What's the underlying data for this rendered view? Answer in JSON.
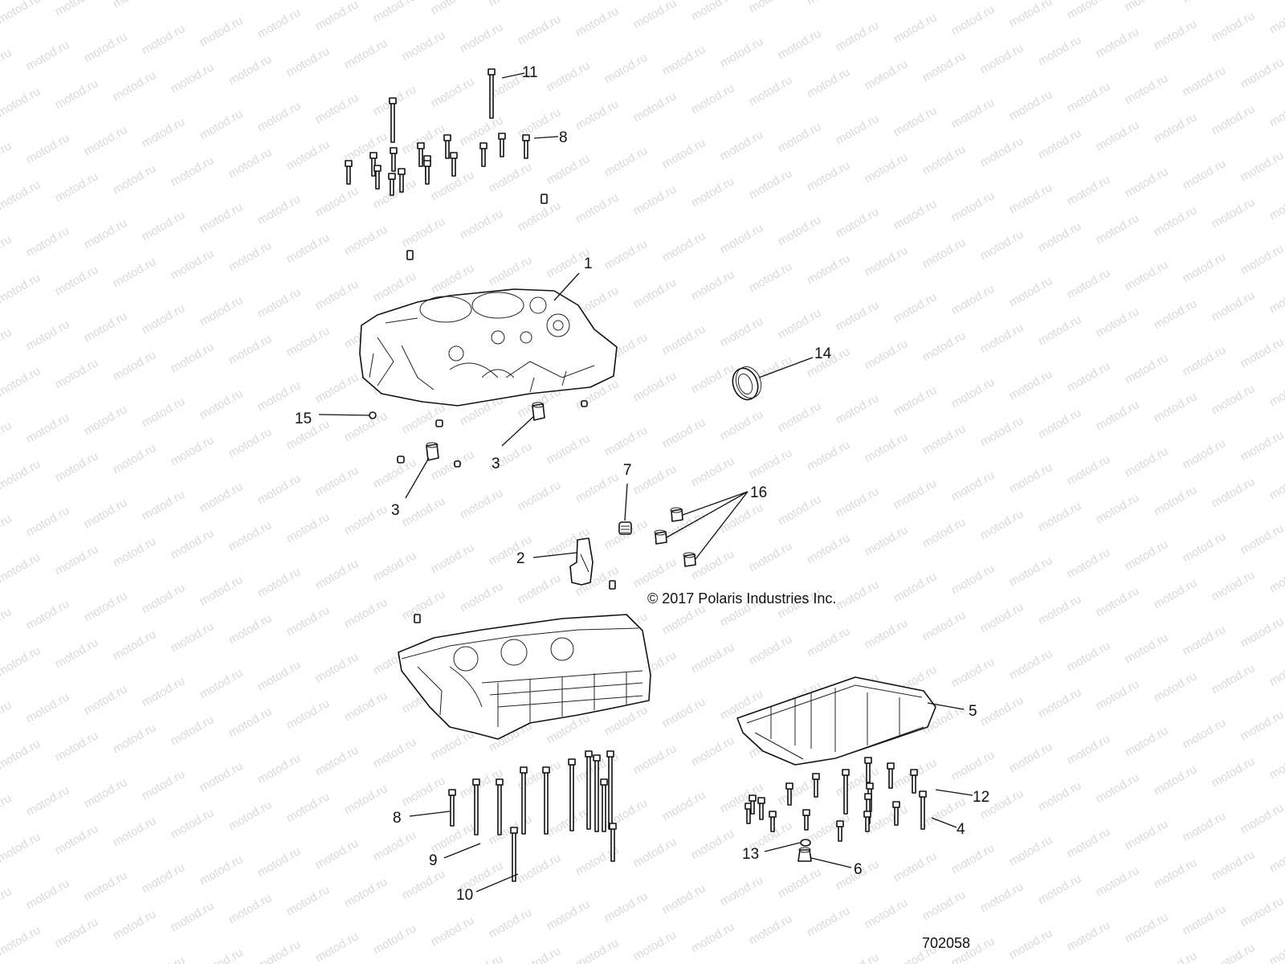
{
  "watermark": "motod.ru",
  "copyright": "© 2017 Polaris Industries Inc.",
  "diagram_id": "702058",
  "callouts": [
    "1",
    "2",
    "3",
    "3",
    "4",
    "5",
    "6",
    "7",
    "8",
    "8",
    "9",
    "10",
    "11",
    "12",
    "13",
    "14",
    "15",
    "16"
  ]
}
